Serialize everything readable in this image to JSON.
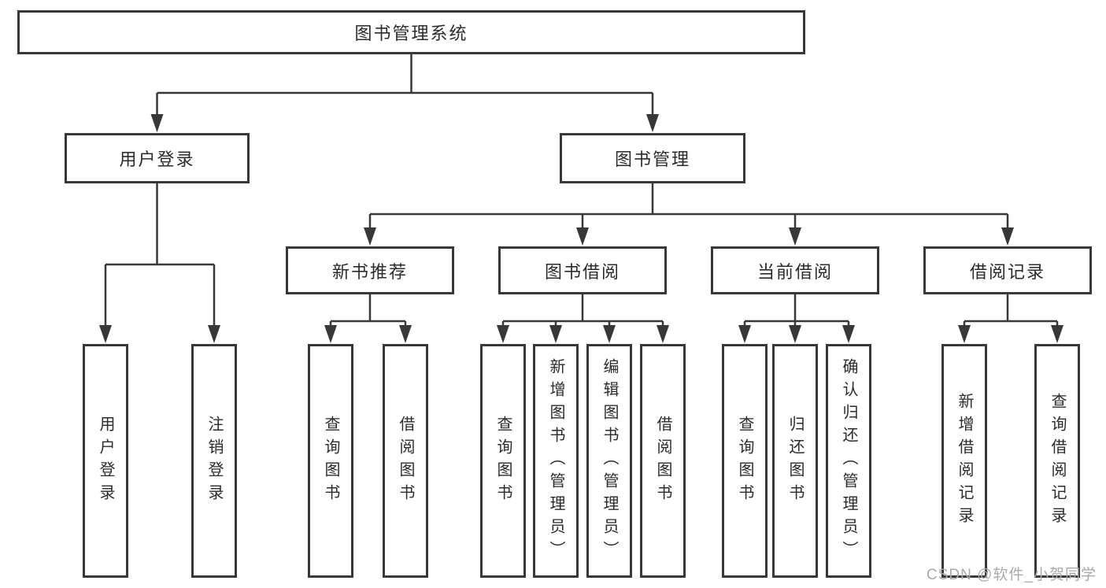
{
  "colors": {
    "line": "#383838",
    "text": "#2b2b2b",
    "box_background": "#ffffff",
    "watermark": "#a9a9a9"
  },
  "watermark": {
    "text": "CSDN @软件_小贺同学"
  },
  "tree": {
    "label": "图书管理系统",
    "children": [
      {
        "label": "用户登录",
        "children": [
          {
            "label": "用户登录"
          },
          {
            "label": "注销登录"
          }
        ]
      },
      {
        "label": "图书管理",
        "children": [
          {
            "label": "新书推荐",
            "children": [
              {
                "label": "查询图书"
              },
              {
                "label": "借阅图书"
              }
            ]
          },
          {
            "label": "图书借阅",
            "children": [
              {
                "label": "查询图书"
              },
              {
                "label": "新增图书（管理员）"
              },
              {
                "label": "编辑图书（管理员）"
              },
              {
                "label": "借阅图书"
              }
            ]
          },
          {
            "label": "当前借阅",
            "children": [
              {
                "label": "查询图书"
              },
              {
                "label": "归还图书"
              },
              {
                "label": "确认归还（管理员）"
              }
            ]
          },
          {
            "label": "借阅记录",
            "children": [
              {
                "label": "新增借阅记录"
              },
              {
                "label": "查询借阅记录"
              }
            ]
          }
        ]
      }
    ]
  }
}
